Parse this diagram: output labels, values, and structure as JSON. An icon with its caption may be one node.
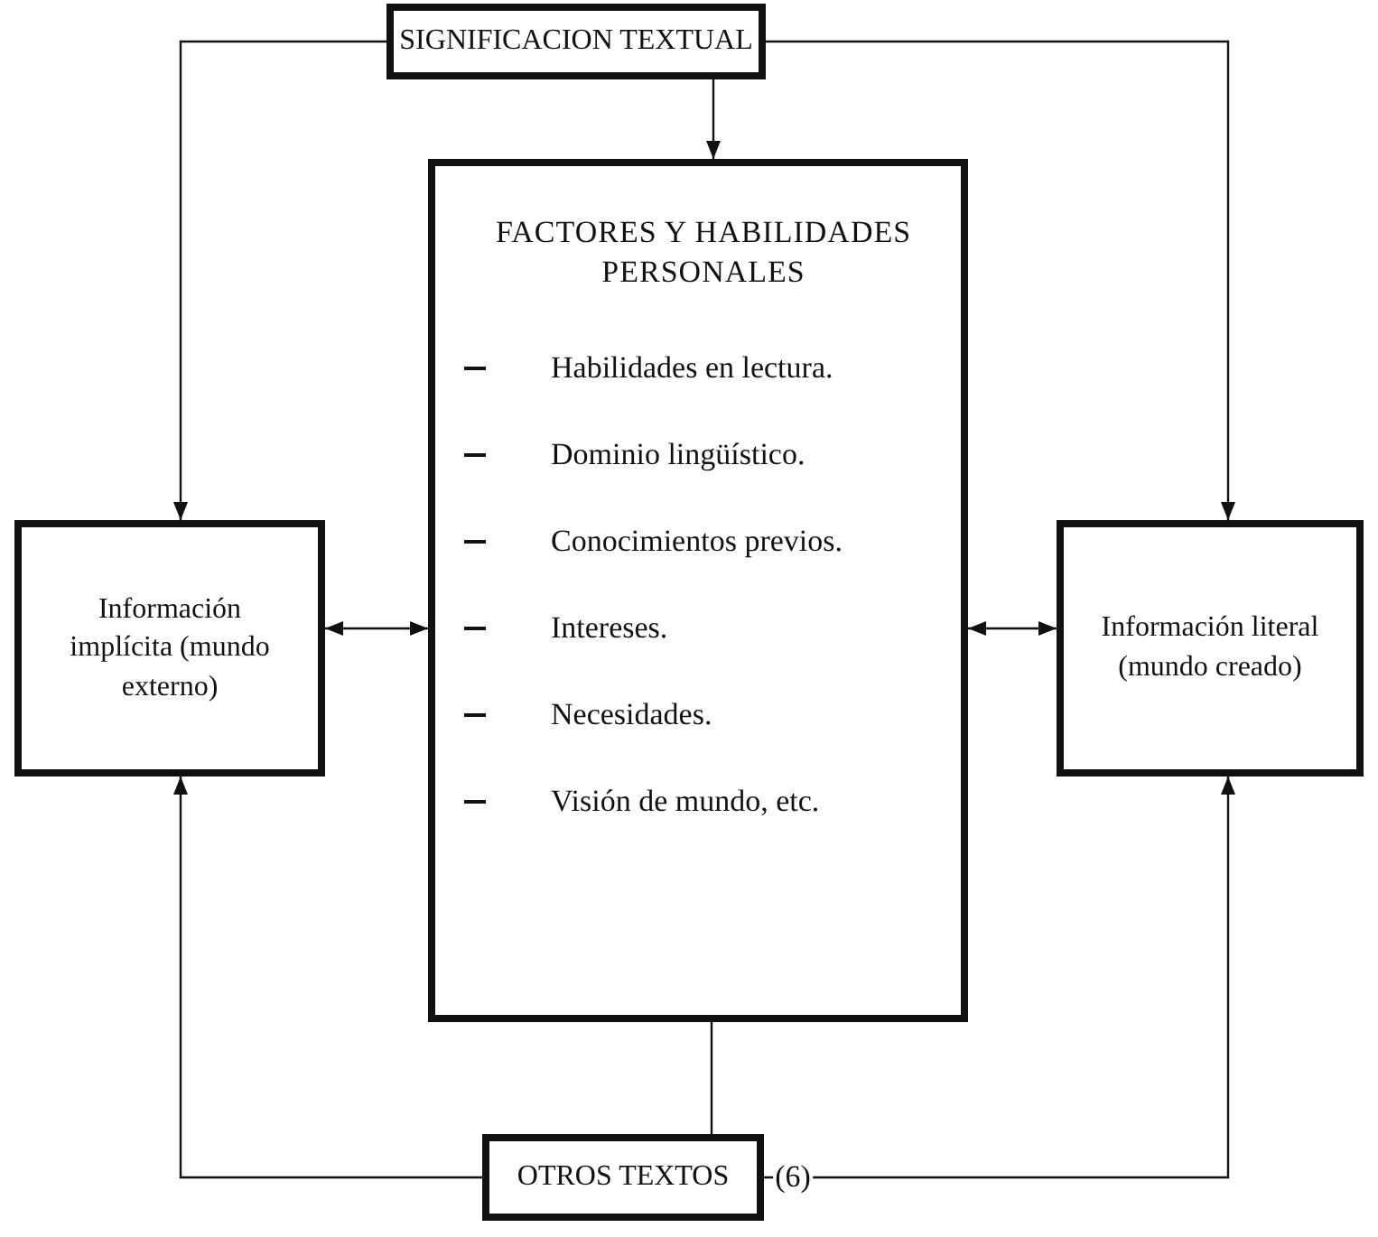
{
  "diagram": {
    "nodes": [
      {
        "text": [
          "SIGNIFICACION TEXTUAL"
        ]
      },
      {
        "text": [
          "Información implícita (mundo externo)"
        ]
      },
      {
        "text": [
          "FACTORES Y HABILIDADES PERSONALES",
          "Habilidades en lectura.",
          "Dominio lingüístico.",
          "Conocimientos previos.",
          "Intereses.",
          "Necesidades.",
          "Visión de mundo, etc."
        ]
      },
      {
        "text": [
          "Información literal (mundo creado)"
        ]
      },
      {
        "text": [
          "OTROS TEXTOS"
        ]
      }
    ],
    "edges": [
      {
        "from": 0,
        "to": 1,
        "arrow": "to"
      },
      {
        "from": 0,
        "to": 2,
        "arrow": "to"
      },
      {
        "from": 0,
        "to": 3,
        "arrow": "to"
      },
      {
        "from": 1,
        "to": 2,
        "arrow": "both"
      },
      {
        "from": 2,
        "to": 3,
        "arrow": "both"
      },
      {
        "from": 2,
        "to": 4,
        "arrow": "none"
      },
      {
        "from": 4,
        "to": 1,
        "arrow": "to"
      },
      {
        "from": 4,
        "to": 3,
        "arrow": "to",
        "label": "(6)"
      }
    ]
  }
}
